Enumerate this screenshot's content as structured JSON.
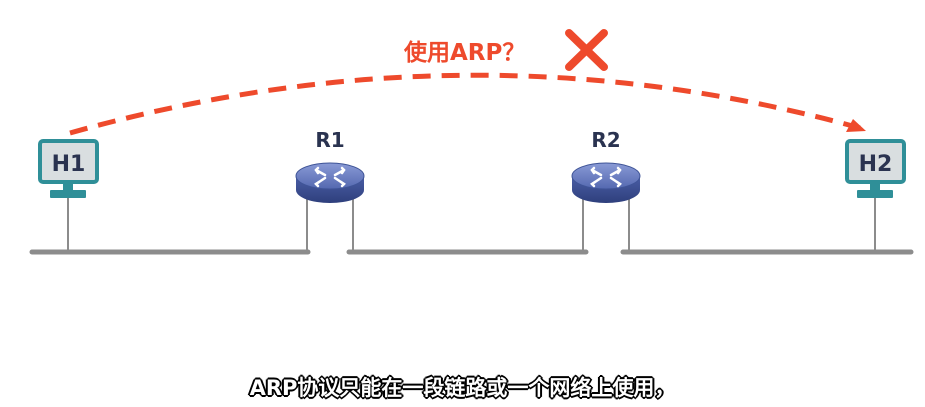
{
  "annotation": {
    "text": "使用ARP？"
  },
  "colors": {
    "arrow": "#ee4a2c",
    "cross": "#ee4a2c",
    "host_border": "#2f8f98",
    "host_screen": "#d9dee0",
    "router_top": "#6a7fc4",
    "router_side": "#3f5497",
    "link": "#8c8c8c",
    "label": "#2a3350"
  },
  "nodes": {
    "h1": {
      "label": "H1",
      "icon": "host-computer-icon"
    },
    "h2": {
      "label": "H2",
      "icon": "host-computer-icon"
    },
    "r1": {
      "label": "R1",
      "icon": "router-icon"
    },
    "r2": {
      "label": "R2",
      "icon": "router-icon"
    }
  },
  "subtitle": {
    "text": "ARP协议只能在一段链路或一个网络上使用，"
  }
}
